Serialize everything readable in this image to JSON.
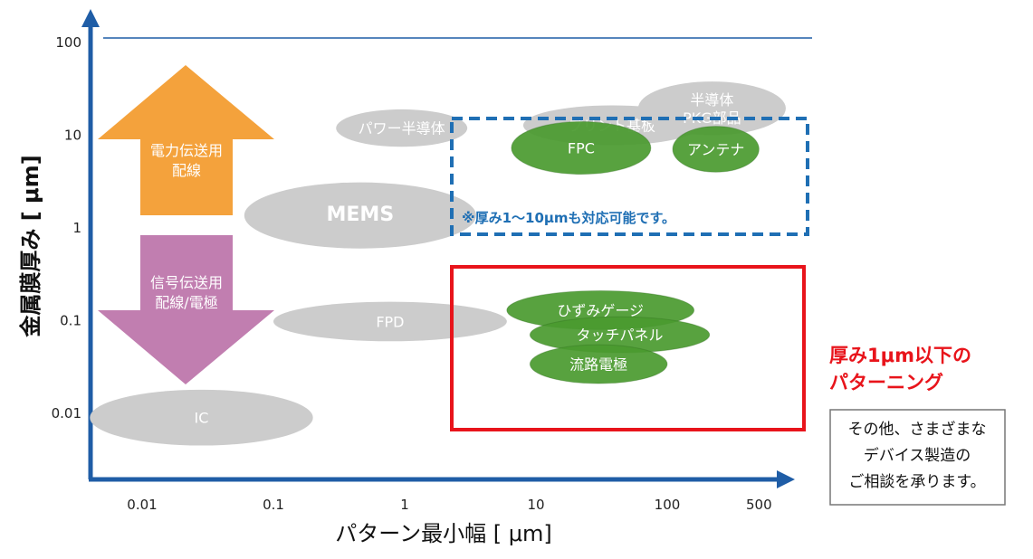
{
  "chart_data": {
    "type": "scatter",
    "x_axis": {
      "label": "パターン最小幅 [ μm]",
      "scale": "log",
      "ticks": [
        "0.01",
        "0.1",
        "1",
        "10",
        "100",
        "500"
      ]
    },
    "y_axis": {
      "label": "金属膜厚み [ μm]",
      "scale": "log",
      "ticks": [
        "0.01",
        "0.1",
        "1",
        "10",
        "100"
      ]
    },
    "arrows": [
      {
        "label": "電力伝送用\n配線",
        "direction": "up",
        "color": "#f4a23c"
      },
      {
        "label": "信号伝送用\n配線/電極",
        "direction": "down",
        "color": "#c17eb0"
      }
    ],
    "regions": [
      {
        "label": "パワー半導体",
        "color": "#cccccc",
        "x": 0.9,
        "y": 12,
        "x_range": [
          0.3,
          3.0
        ],
        "y_range": [
          7.5,
          19
        ]
      },
      {
        "label": "MEMS",
        "color": "#cccccc",
        "x": 0.45,
        "y": 1.4,
        "x_range": [
          0.06,
          3.5
        ],
        "y_range": [
          0.6,
          3.1
        ]
      },
      {
        "label": "FPD",
        "color": "#cccccc",
        "x": 1.0,
        "y": 0.1,
        "x_range": [
          0.1,
          6.0
        ],
        "y_range": [
          0.06,
          0.16
        ]
      },
      {
        "label": "IC",
        "color": "#cccccc",
        "x": 0.034,
        "y": 0.009,
        "x_range": [
          0.004,
          0.2
        ],
        "y_range": [
          0.0045,
          0.018
        ]
      },
      {
        "label": "プリント基板",
        "color": "#cccccc",
        "x": 40,
        "y": 13,
        "x_range": [
          8,
          180
        ],
        "y_range": [
          7.8,
          21
        ]
      },
      {
        "label": "半導体\nPKG部品",
        "color": "#cccccc",
        "x": 220,
        "y": 19,
        "x_range": [
          60,
          800
        ],
        "y_range": [
          10,
          38
        ]
      },
      {
        "label": "FPC",
        "color": "#4a9a2f",
        "x": 23,
        "y": 7.5,
        "x_range": [
          6.5,
          75
        ],
        "y_range": [
          3.8,
          14
        ]
      },
      {
        "label": "アンテナ",
        "color": "#4a9a2f",
        "x": 220,
        "y": 7,
        "x_range": [
          110,
          500
        ],
        "y_range": [
          4,
          12.5
        ]
      },
      {
        "label": "ひずみゲージ",
        "color": "#4a9a2f",
        "x": 30,
        "y": 0.13,
        "x_range": [
          6,
          160
        ],
        "y_range": [
          0.08,
          0.21
        ]
      },
      {
        "label": "タッチパネル",
        "color": "#4a9a2f",
        "x": 40,
        "y": 0.07,
        "x_range": [
          9,
          210
        ],
        "y_range": [
          0.045,
          0.11
        ]
      },
      {
        "label": "流路電極",
        "color": "#4a9a2f",
        "x": 30,
        "y": 0.035,
        "x_range": [
          9,
          100
        ],
        "y_range": [
          0.021,
          0.055
        ]
      }
    ],
    "annotations": {
      "blue_box_note": "※厚み1〜10μmも対応可能です。",
      "red_label_line1": "厚み1μm以下の",
      "red_label_line2": "パターニング",
      "box_note": [
        "その他、さまざまな",
        "デバイス製造の",
        "ご相談を承ります。"
      ]
    },
    "colors": {
      "axis": "#1f5da6",
      "gray_region": "#cccccc",
      "green_region": "#4a9a2f",
      "blue_dash_box": "#1f6fb4",
      "red_box": "#e8141b"
    }
  }
}
